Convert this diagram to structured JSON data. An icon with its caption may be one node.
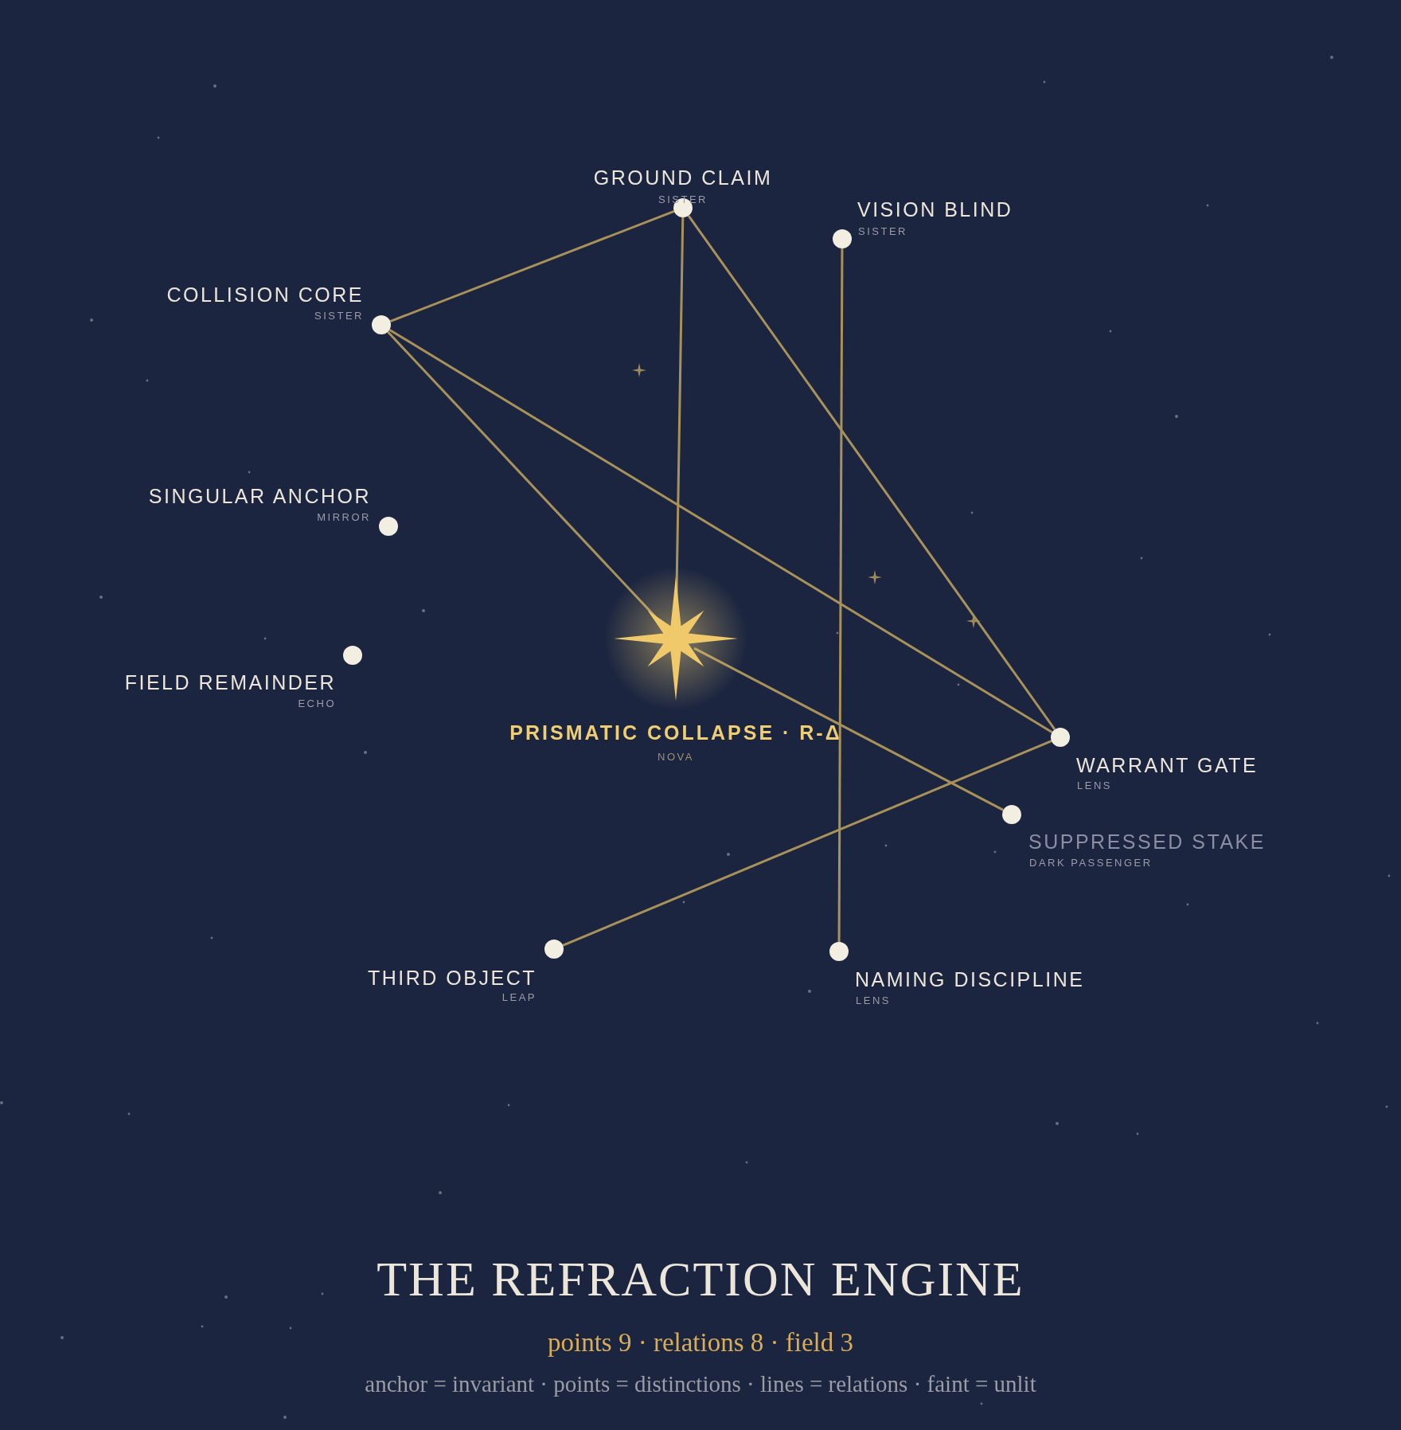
{
  "diagram": {
    "title": "THE REFRACTION ENGINE",
    "nodes": [
      {
        "text": [
          "PRISMATIC COLLAPSE · R-Δ",
          "NOVA"
        ]
      },
      {
        "text": [
          "GROUND CLAIM",
          "SISTER"
        ]
      },
      {
        "text": [
          "VISION BLIND",
          "SISTER"
        ]
      },
      {
        "text": [
          "COLLISION CORE",
          "SISTER"
        ]
      },
      {
        "text": [
          "SINGULAR ANCHOR",
          "MIRROR"
        ]
      },
      {
        "text": [
          "FIELD REMAINDER",
          "ECHO"
        ]
      },
      {
        "text": [
          "WARRANT GATE",
          "LENS"
        ]
      },
      {
        "text": [
          "SUPPRESSED STAKE",
          "DARK PASSENGER"
        ]
      },
      {
        "text": [
          "THIRD OBJECT",
          "LEAP"
        ]
      },
      {
        "text": [
          "NAMING DISCIPLINE",
          "LENS"
        ]
      }
    ],
    "edges": [
      {
        "from": 3,
        "to": 1,
        "arrow": "none"
      },
      {
        "from": 1,
        "to": 0,
        "arrow": "none"
      },
      {
        "from": 1,
        "to": 6,
        "arrow": "none"
      },
      {
        "from": 3,
        "to": 0,
        "arrow": "none"
      },
      {
        "from": 3,
        "to": 6,
        "arrow": "none"
      },
      {
        "from": 2,
        "to": 9,
        "arrow": "none"
      },
      {
        "from": 0,
        "to": 7,
        "arrow": "none"
      },
      {
        "from": 6,
        "to": 8,
        "arrow": "none"
      }
    ],
    "labels": [
      "points 9 · relations 8 · field 3",
      "anchor = invariant · points = distinctions · lines = relations · faint = unlit"
    ]
  }
}
